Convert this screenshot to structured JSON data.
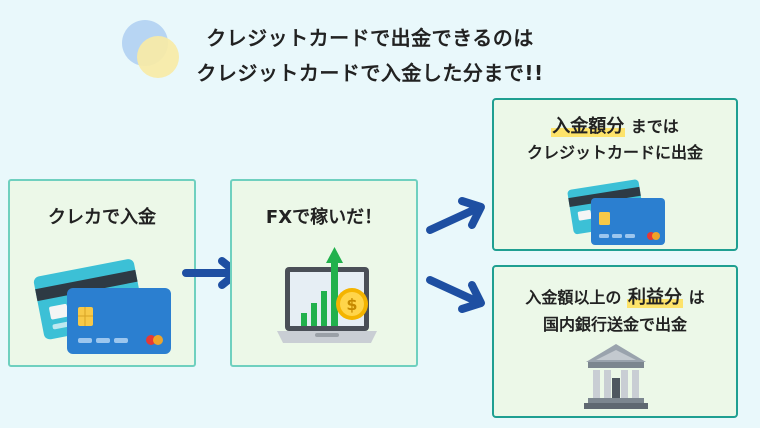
{
  "header": {
    "line1": "クレジットカードで出金できるのは",
    "line2": "クレジットカードで入金した分まで!!"
  },
  "steps": {
    "deposit": {
      "label": "クレカで入金"
    },
    "earn": {
      "label": "FXで稼いだ！"
    }
  },
  "outcomes": {
    "card_refund": {
      "highlight": "入金額分",
      "line1_rest": "までは",
      "line2": "クレジットカードに出金"
    },
    "bank_transfer": {
      "line1_pre": "入金額以上の",
      "highlight": "利益分",
      "line1_post": "は",
      "line2": "国内銀行送金で出金"
    }
  },
  "icons": [
    "credit-card-icon",
    "laptop-chart-icon",
    "coin-icon",
    "bank-icon",
    "arrow-right-icon"
  ],
  "colors": {
    "background": "#e9f8fb",
    "box_fill": "#ecf8e8",
    "box_border": "#6fd0bf",
    "box_border_dark": "#1f9f91",
    "arrow": "#1e4fa2",
    "highlight": "#fde36a",
    "card_front": "#2b7fd0",
    "card_back": "#3cc0d6",
    "chart_green": "#22b14c",
    "coin": "#f4b400"
  }
}
